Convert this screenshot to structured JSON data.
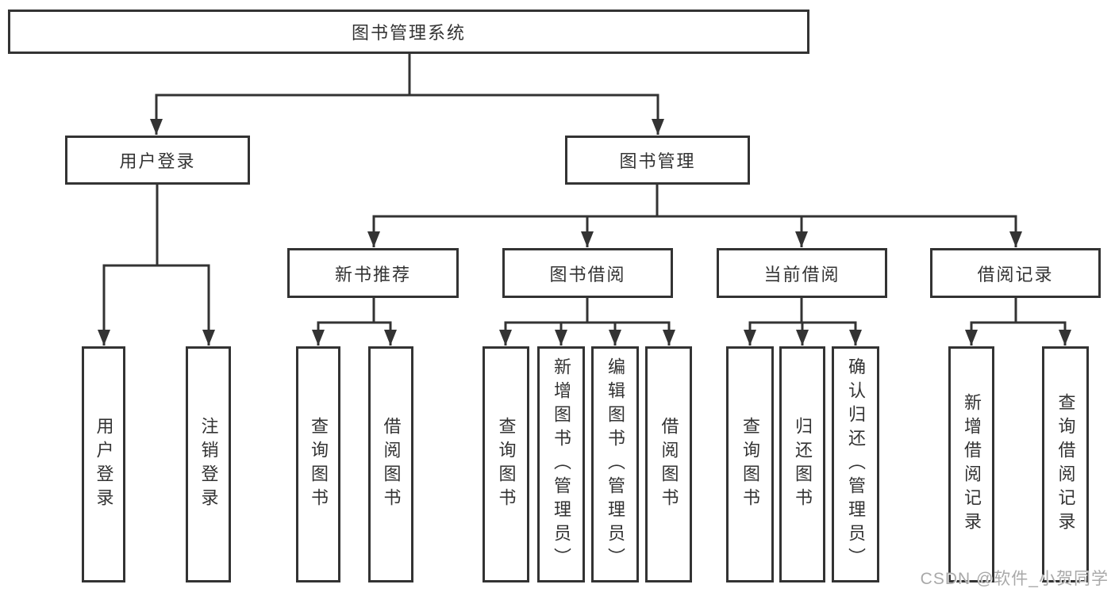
{
  "tree": {
    "label": "图书管理系统",
    "children": [
      {
        "label": "用户登录",
        "children": [
          {
            "label": "用户登录"
          },
          {
            "label": "注销登录"
          }
        ]
      },
      {
        "label": "图书管理",
        "children": [
          {
            "label": "新书推荐",
            "children": [
              {
                "label": "查询图书"
              },
              {
                "label": "借阅图书"
              }
            ]
          },
          {
            "label": "图书借阅",
            "children": [
              {
                "label": "查询图书"
              },
              {
                "label": "新增图书（管理员）"
              },
              {
                "label": "编辑图书（管理员）"
              },
              {
                "label": "借阅图书"
              }
            ]
          },
          {
            "label": "当前借阅",
            "children": [
              {
                "label": "查询图书"
              },
              {
                "label": "归还图书"
              },
              {
                "label": "确认归还（管理员）"
              }
            ]
          },
          {
            "label": "借阅记录",
            "children": [
              {
                "label": "新增借阅记录"
              },
              {
                "label": "查询借阅记录"
              }
            ]
          }
        ]
      }
    ]
  },
  "watermark": {
    "text": "CSDN @软件_小贺同学"
  },
  "colors": {
    "line": "#333333",
    "text": "#333333",
    "box_background": "#ffffff",
    "page_background": "#ffffff",
    "watermark": "#a9a9a9"
  }
}
